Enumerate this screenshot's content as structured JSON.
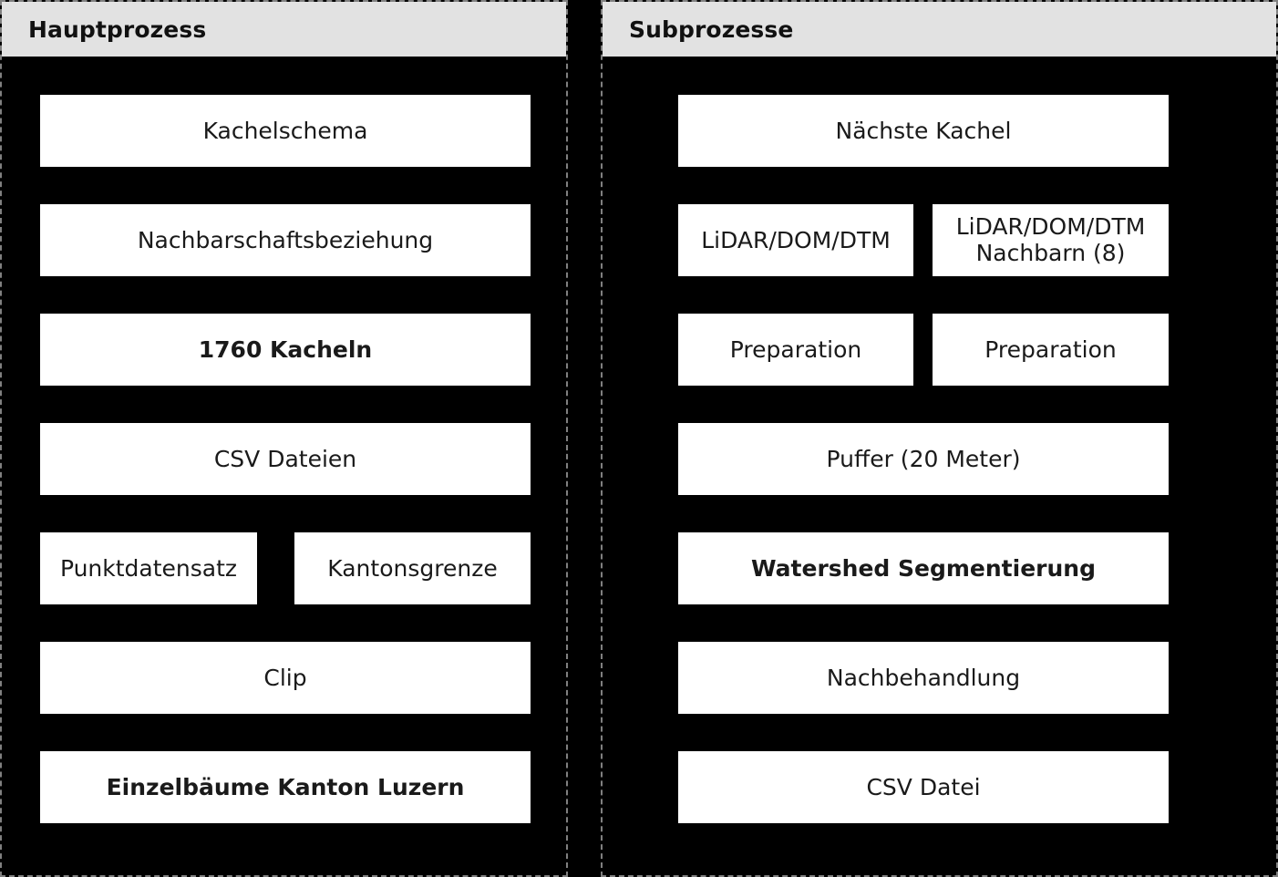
{
  "diagram": {
    "title_bar_color": "#e2e2e2",
    "background_color": "#000000",
    "node_color": "#ffffff",
    "panel_border_color": "#808080"
  },
  "panels": [
    {
      "id": "hauptprozess",
      "header": "Hauptprozess",
      "rows": [
        {
          "nodes": [
            {
              "label": "Kachelschema",
              "bold": false
            }
          ]
        },
        {
          "nodes": [
            {
              "label": "Nachbarschaftsbeziehung",
              "bold": false
            }
          ]
        },
        {
          "nodes": [
            {
              "label": "1760 Kacheln",
              "bold": true
            }
          ]
        },
        {
          "nodes": [
            {
              "label": "CSV Dateien",
              "bold": false
            }
          ]
        },
        {
          "nodes": [
            {
              "label": "Punktdatensatz",
              "bold": false
            },
            {
              "label": "Kantonsgrenze",
              "bold": false
            }
          ]
        },
        {
          "nodes": [
            {
              "label": "Clip",
              "bold": false
            }
          ]
        },
        {
          "nodes": [
            {
              "label": "Einzelbäume Kanton Luzern",
              "bold": true
            }
          ]
        }
      ]
    },
    {
      "id": "subprozesse",
      "header": "Subprozesse",
      "rows": [
        {
          "nodes": [
            {
              "label": "Nächste Kachel",
              "bold": false
            }
          ]
        },
        {
          "nodes": [
            {
              "label": "LiDAR/DOM/DTM",
              "bold": false
            },
            {
              "label": "LiDAR/DOM/DTM Nachbarn (8)",
              "bold": false
            }
          ]
        },
        {
          "nodes": [
            {
              "label": "Preparation",
              "bold": false
            },
            {
              "label": "Preparation",
              "bold": false
            }
          ]
        },
        {
          "nodes": [
            {
              "label": "Puffer (20 Meter)",
              "bold": false
            }
          ]
        },
        {
          "nodes": [
            {
              "label": "Watershed Segmentierung",
              "bold": true
            }
          ]
        },
        {
          "nodes": [
            {
              "label": "Nachbehandlung",
              "bold": false
            }
          ]
        },
        {
          "nodes": [
            {
              "label": "CSV Datei",
              "bold": false
            }
          ]
        }
      ]
    }
  ]
}
